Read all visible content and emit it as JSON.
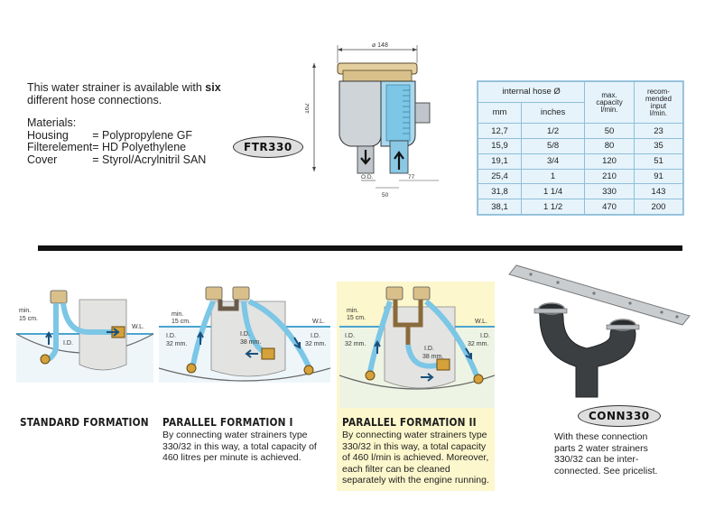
{
  "intro": {
    "text_before": "This water strainer is available with ",
    "text_bold": "six",
    "text_after": " different hose connections."
  },
  "materials": {
    "heading": "Materials:",
    "rows": [
      {
        "part": "Housing",
        "value": "= Polypropylene GF"
      },
      {
        "part": "Filterelement",
        "value": "= HD Polyethylene"
      },
      {
        "part": "Cover",
        "value": "= Styrol/Acrylnitril SAN"
      }
    ]
  },
  "badges": {
    "strainer": "FTR330",
    "connector": "CONN330"
  },
  "drawing": {
    "width": "⌀ 148",
    "height": "162",
    "od": "O.D.",
    "bottom_left": "50",
    "bottom_right": "77"
  },
  "hose_table": {
    "group_header": "internal hose Ø",
    "col_mm": "mm",
    "col_inches": "inches",
    "col_capacity": [
      "max.",
      "capacity",
      "l/min."
    ],
    "col_recommended": [
      "recom-",
      "mended",
      "input",
      "l/min."
    ],
    "rows": [
      {
        "mm": "12,7",
        "inches": "1/2",
        "capacity": "50",
        "input": "23"
      },
      {
        "mm": "15,9",
        "inches": "5/8",
        "capacity": "80",
        "input": "35"
      },
      {
        "mm": "19,1",
        "inches": "3/4",
        "capacity": "120",
        "input": "51"
      },
      {
        "mm": "25,4",
        "inches": "1",
        "capacity": "210",
        "input": "91"
      },
      {
        "mm": "31,8",
        "inches": "1 1/4",
        "capacity": "330",
        "input": "143"
      },
      {
        "mm": "38,1",
        "inches": "1 1/2",
        "capacity": "470",
        "input": "200"
      }
    ]
  },
  "diagram_labels": {
    "min": "min.",
    "min_value": "15 cm.",
    "wl": "W.L.",
    "id": "I.D.",
    "id_32": "32 mm.",
    "id_38": "38 mm."
  },
  "formations": [
    {
      "title": "STANDARD FORMATION",
      "text": ""
    },
    {
      "title": "PARALLEL FORMATION I",
      "text": "By connecting water strainers type 330/32 in this way, a total capacity of 460 litres per minute is achieved."
    },
    {
      "title": "PARALLEL FORMATION II",
      "text": "By connecting water strainers type 330/32 in this way, a total capacity of 460 l/min is achieved. Moreover, each filter can be cleaned separately with the engine running."
    }
  ],
  "connector_text": "With these connection parts 2 water strainers 330/32 can be inter-connected. See pricelist.",
  "colors": {
    "water": "#a9d9ee",
    "hose": "#7cc6e6",
    "highlight": "#fcf7cc",
    "arrow": "#1a4f7c",
    "valve": "#d4a13a"
  }
}
